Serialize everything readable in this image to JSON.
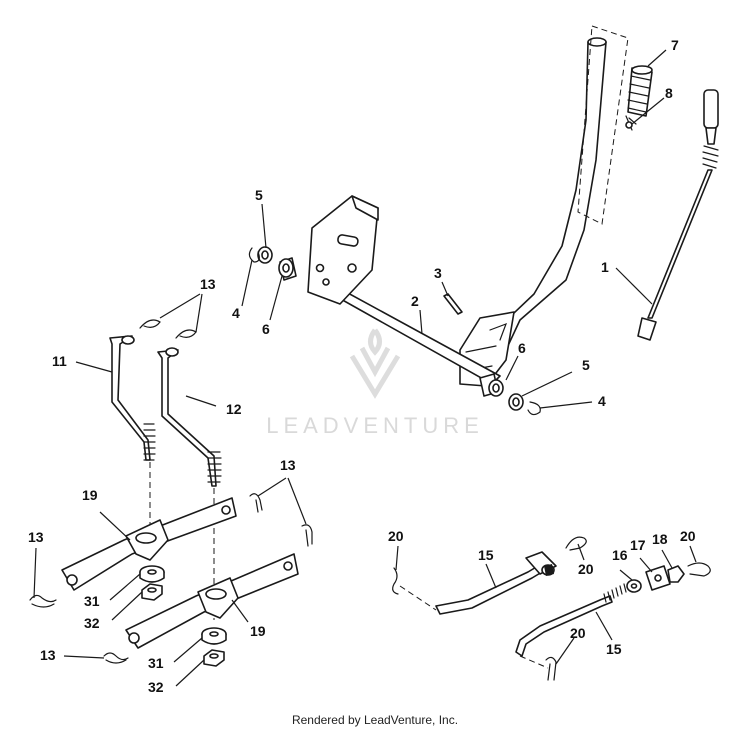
{
  "watermark": {
    "text": "LEADVENTURE",
    "logo_icon": "leadventure-logo-icon",
    "color": "#d9d9d9"
  },
  "footer": {
    "text": "Rendered by LeadVenture, Inc."
  },
  "callouts": {
    "c1": "1",
    "c2": "2",
    "c3": "3",
    "c4a": "4",
    "c4b": "4",
    "c5a": "5",
    "c5b": "5",
    "c6a": "6",
    "c6b": "6",
    "c7": "7",
    "c8": "8",
    "c11": "11",
    "c12": "12",
    "c13a": "13",
    "c13b": "13",
    "c13c": "13",
    "c13d": "13",
    "c15a": "15",
    "c15b": "15",
    "c16": "16",
    "c17": "17",
    "c18": "18",
    "c19a": "19",
    "c19b": "19",
    "c20a": "20",
    "c20b": "20",
    "c20c": "20",
    "c20d": "20",
    "c31a": "31",
    "c31b": "31",
    "c32a": "32",
    "c32b": "32"
  }
}
